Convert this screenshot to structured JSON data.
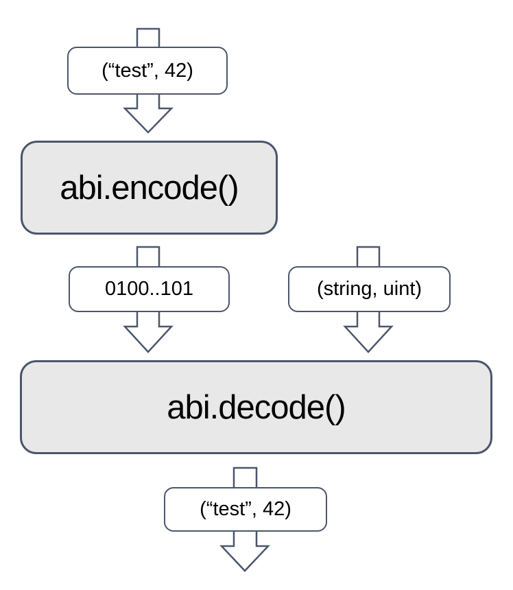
{
  "colors": {
    "border": "#4b566c",
    "process_fill": "#e8e8e8",
    "label_fill": "#ffffff",
    "text": "#000000",
    "background": "#ffffff"
  },
  "nodes": {
    "input": {
      "label": "(“test”, 42)"
    },
    "encode": {
      "label": "abi.encode()"
    },
    "bytes": {
      "label": "0100..101"
    },
    "types": {
      "label": "(string, uint)"
    },
    "decode": {
      "label": "abi.decode()"
    },
    "output": {
      "label": "(“test”, 42)"
    }
  },
  "arrows": [
    {
      "name": "input-to-encode",
      "through": "(“test”, 42)"
    },
    {
      "name": "encode-to-decode",
      "through": "0100..101"
    },
    {
      "name": "types-to-decode",
      "through": "(string, uint)"
    },
    {
      "name": "decode-to-output",
      "through": "(“test”, 42)"
    }
  ]
}
